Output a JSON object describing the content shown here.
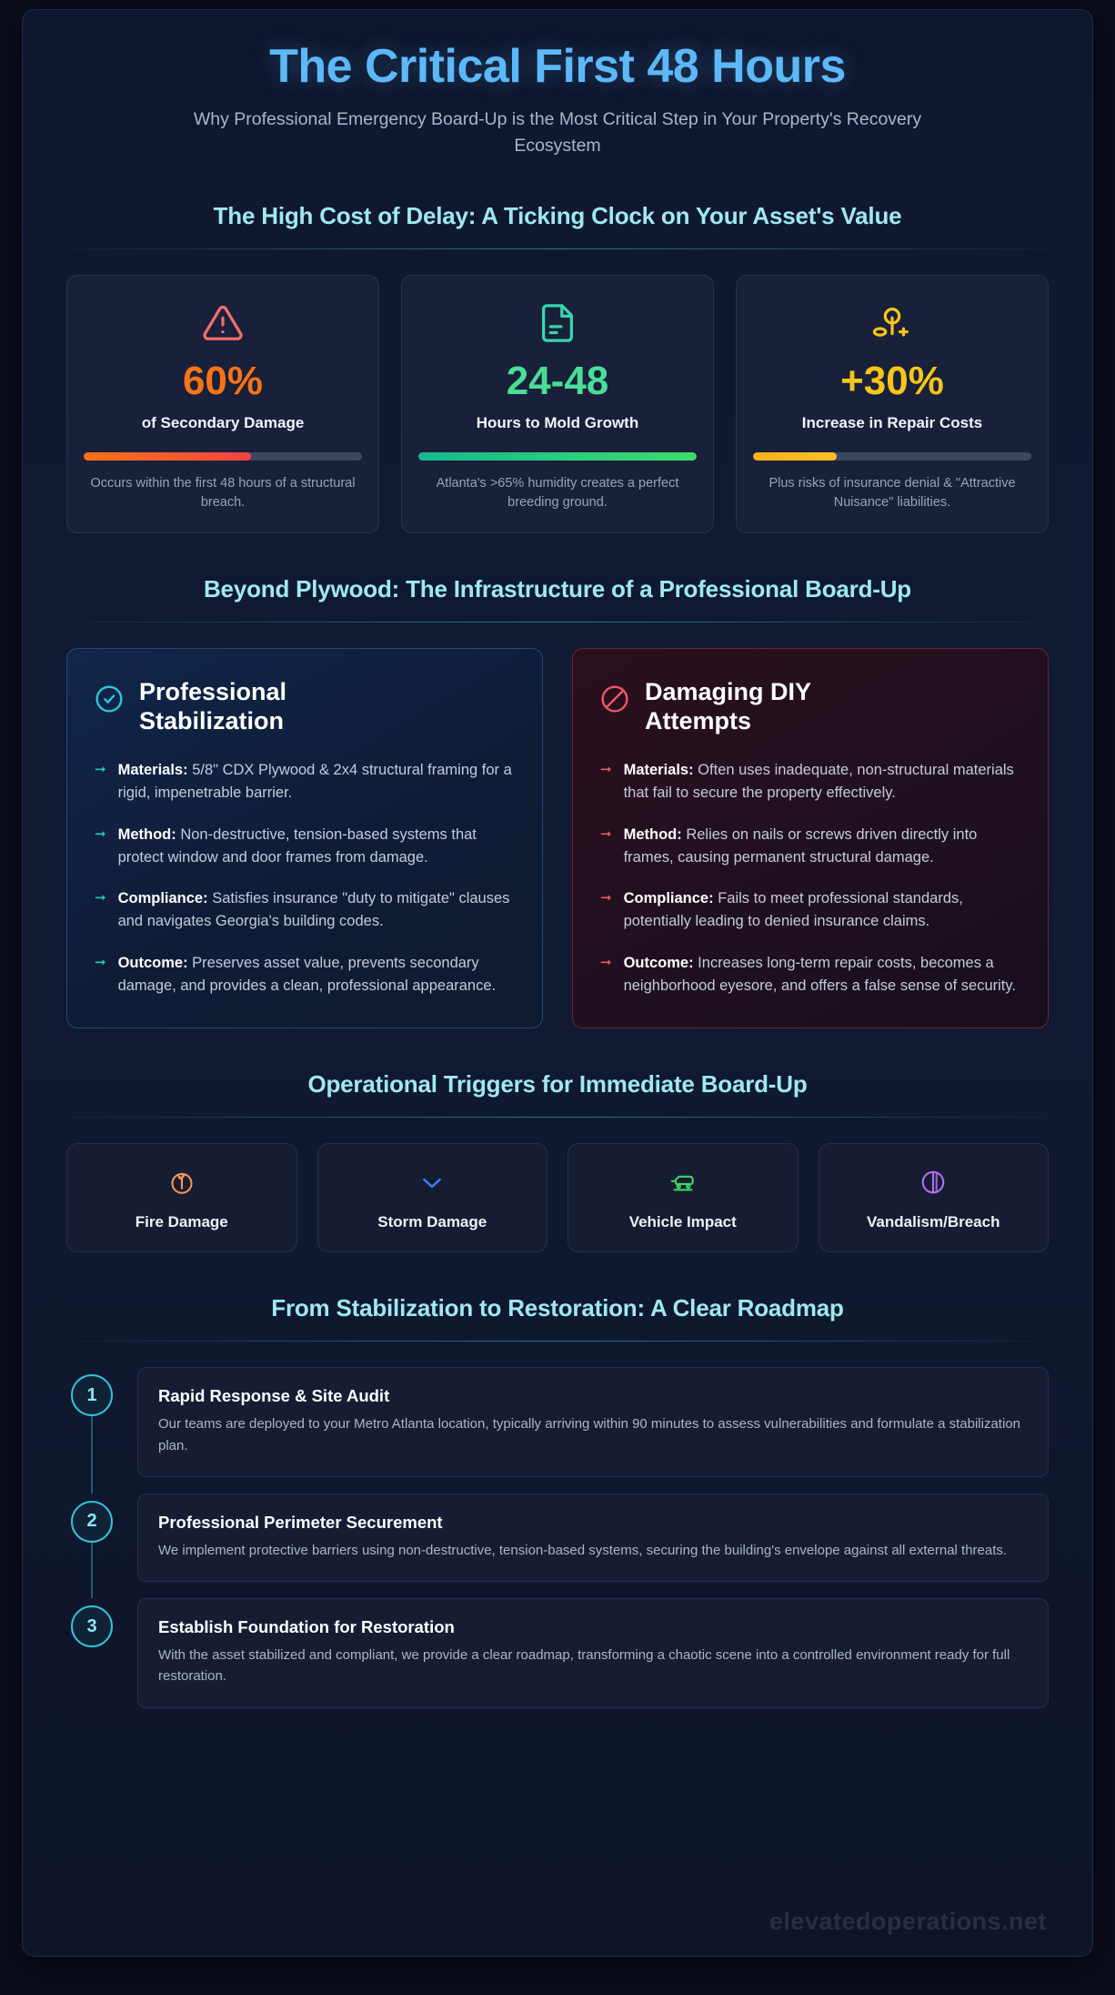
{
  "header": {
    "title": "The Critical First 48 Hours",
    "subtitle": "Why Professional Emergency Board-Up is the Most Critical Step in Your Property's Recovery Ecosystem"
  },
  "sections": {
    "cost_of_delay": "The High Cost of Delay: A Ticking Clock on Your Asset's Value",
    "beyond_plywood": "Beyond Plywood: The Infrastructure of a Professional Board-Up",
    "triggers": "Operational Triggers for Immediate Board-Up",
    "roadmap": "From Stabilization to Restoration: A Clear Roadmap"
  },
  "stats": [
    {
      "icon": "alert-triangle-icon",
      "value": "60%",
      "label": "of Secondary Damage",
      "note": "Occurs within the first 48 hours of a structural breach.",
      "bar_percent": 60,
      "color": "#f97316",
      "color_end": "#ef4444"
    },
    {
      "icon": "file-text-icon",
      "value": "24-48",
      "label": "Hours to Mold Growth",
      "note": "Atlanta's >65% humidity creates a perfect breeding ground.",
      "bar_percent": 100,
      "color": "#17b88f",
      "color_end": "#3ddc6b"
    },
    {
      "icon": "coins-icon",
      "value": "+30%",
      "label": "Increase in Repair Costs",
      "note": "Plus risks of insurance denial & \"Attractive Nuisance\" liabilities.",
      "bar_percent": 30,
      "color": "#f5b21a",
      "color_end": "#fbbf24"
    }
  ],
  "comparison": [
    {
      "variant": "pro",
      "icon": "check-circle-icon",
      "title": "Professional Stabilization",
      "accent": "#2fc5de",
      "bullets": [
        {
          "term": "Materials:",
          "text": " 5/8\" CDX Plywood & 2x4 structural framing for a rigid, impenetrable barrier."
        },
        {
          "term": "Method:",
          "text": " Non-destructive, tension-based systems that protect window and door frames from damage."
        },
        {
          "term": "Compliance:",
          "text": " Satisfies insurance \"duty to mitigate\" clauses and navigates Georgia's building codes."
        },
        {
          "term": "Outcome:",
          "text": " Preserves asset value, prevents secondary damage, and provides a clean, professional appearance."
        }
      ]
    },
    {
      "variant": "diy",
      "icon": "ban-icon",
      "title": "Damaging DIY Attempts",
      "accent": "#f0566b",
      "bullets": [
        {
          "term": "Materials:",
          "text": " Often uses inadequate, non-structural materials that fail to secure the property effectively."
        },
        {
          "term": "Method:",
          "text": " Relies on nails or screws driven directly into frames, causing permanent structural damage."
        },
        {
          "term": "Compliance:",
          "text": " Fails to meet professional standards, potentially leading to denied insurance claims."
        },
        {
          "term": "Outcome:",
          "text": " Increases long-term repair costs, becomes a neighborhood eyesore, and offers a false sense of security."
        }
      ]
    }
  ],
  "triggers": [
    {
      "icon": "flame-circle-icon",
      "label": "Fire Damage",
      "color": "#f59356"
    },
    {
      "icon": "chevron-down-icon",
      "label": "Storm Damage",
      "color": "#3b82f6"
    },
    {
      "icon": "car-icon",
      "label": "Vehicle Impact",
      "color": "#3fd666"
    },
    {
      "icon": "contrast-circle-icon",
      "label": "Vandalism/Breach",
      "color": "#b36cf0"
    }
  ],
  "roadmap": [
    {
      "number": "1",
      "title": "Rapid Response & Site Audit",
      "desc": "Our teams are deployed to your Metro Atlanta location, typically arriving within 90 minutes to assess vulnerabilities and formulate a stabilization plan."
    },
    {
      "number": "2",
      "title": "Professional Perimeter Securement",
      "desc": "We implement protective barriers using non-destructive, tension-based systems, securing the building's envelope against all external threats."
    },
    {
      "number": "3",
      "title": "Establish Foundation for Restoration",
      "desc": "With the asset stabilized and compliant, we provide a clear roadmap, transforming a chaotic scene into a controlled environment ready for full restoration."
    }
  ],
  "watermark": "elevatedoperations.net"
}
